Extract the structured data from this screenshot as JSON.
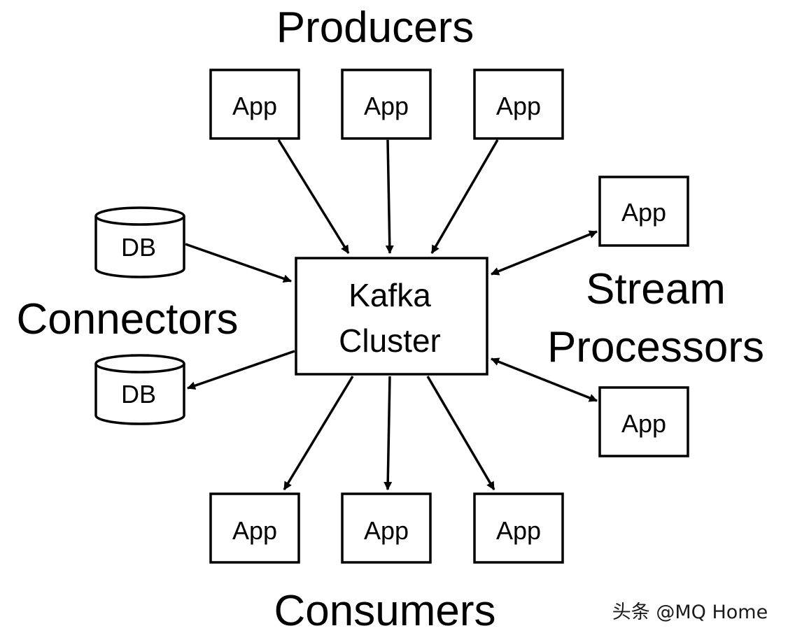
{
  "diagram": {
    "title": "Kafka ecosystem overview",
    "center": {
      "line1": "Kafka",
      "line2": "Cluster"
    },
    "groups": {
      "producers": "Producers",
      "consumers": "Consumers",
      "connectors": "Connectors",
      "stream_processors_line1": "Stream",
      "stream_processors_line2": "Processors"
    },
    "producers": [
      {
        "label": "App"
      },
      {
        "label": "App"
      },
      {
        "label": "App"
      }
    ],
    "consumers": [
      {
        "label": "App"
      },
      {
        "label": "App"
      },
      {
        "label": "App"
      }
    ],
    "stream_processors": [
      {
        "label": "App"
      },
      {
        "label": "App"
      }
    ],
    "connectors": [
      {
        "label": "DB",
        "direction": "to-cluster"
      },
      {
        "label": "DB",
        "direction": "from-cluster"
      }
    ],
    "edges": [
      {
        "from": "producer-1",
        "to": "kafka-cluster",
        "type": "one-way"
      },
      {
        "from": "producer-2",
        "to": "kafka-cluster",
        "type": "one-way"
      },
      {
        "from": "producer-3",
        "to": "kafka-cluster",
        "type": "one-way"
      },
      {
        "from": "kafka-cluster",
        "to": "consumer-1",
        "type": "one-way"
      },
      {
        "from": "kafka-cluster",
        "to": "consumer-2",
        "type": "one-way"
      },
      {
        "from": "kafka-cluster",
        "to": "consumer-3",
        "type": "one-way"
      },
      {
        "from": "db-source",
        "to": "kafka-cluster",
        "type": "one-way"
      },
      {
        "from": "kafka-cluster",
        "to": "db-sink",
        "type": "one-way"
      },
      {
        "from": "kafka-cluster",
        "to": "stream-app-1",
        "type": "two-way"
      },
      {
        "from": "kafka-cluster",
        "to": "stream-app-2",
        "type": "two-way"
      }
    ]
  },
  "watermark": "头条 @MQ Home",
  "colors": {
    "stroke": "#000000",
    "background": "#ffffff",
    "text": "#000000"
  }
}
